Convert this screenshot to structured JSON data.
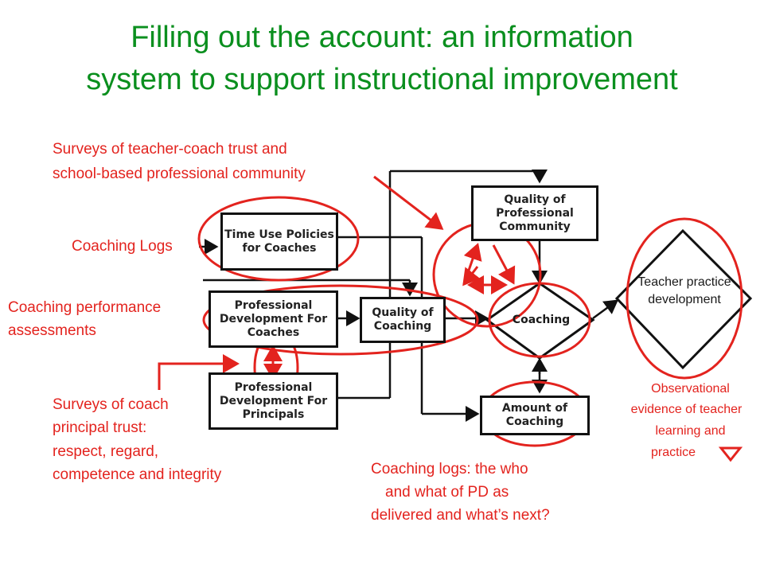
{
  "title": {
    "line1": "Filling out the account: an information",
    "line2": "system to support instructional improvement"
  },
  "diagram": {
    "boxes": {
      "time_use": "Time Use Policies for Coaches",
      "pd_coaches": "Professional Development For Coaches",
      "pd_principals": "Professional Development For Principals",
      "quality_coaching": "Quality of Coaching",
      "quality_community": "Quality of Professional Community",
      "coaching": "Coaching",
      "amount_coaching": "Amount of Coaching",
      "teacher_practice": "Teacher practice development"
    }
  },
  "annotations": {
    "surveys_trust_line1": "Surveys of teacher-coach trust and",
    "surveys_trust_line2": "school-based professional community",
    "coaching_logs": "Coaching Logs",
    "coaching_perf_line1": "Coaching performance",
    "coaching_perf_line2": "assessments",
    "surveys_coach_line1": "Surveys of coach",
    "surveys_coach_line2": "principal trust:",
    "surveys_coach_line3": "respect, regard,",
    "surveys_coach_line4": "competence and integrity",
    "logs_who_line1": "Coaching logs: the who",
    "logs_who_line2": "and what of PD as",
    "logs_who_line3": "delivered and what’s next?",
    "observational_line1": "Observational",
    "observational_line2": "evidence of teacher",
    "observational_line3": "learning and",
    "observational_line4": "practice"
  },
  "colors": {
    "title": "#0a8f1e",
    "annotation": "#e3231e",
    "diagram_line": "#111111"
  }
}
